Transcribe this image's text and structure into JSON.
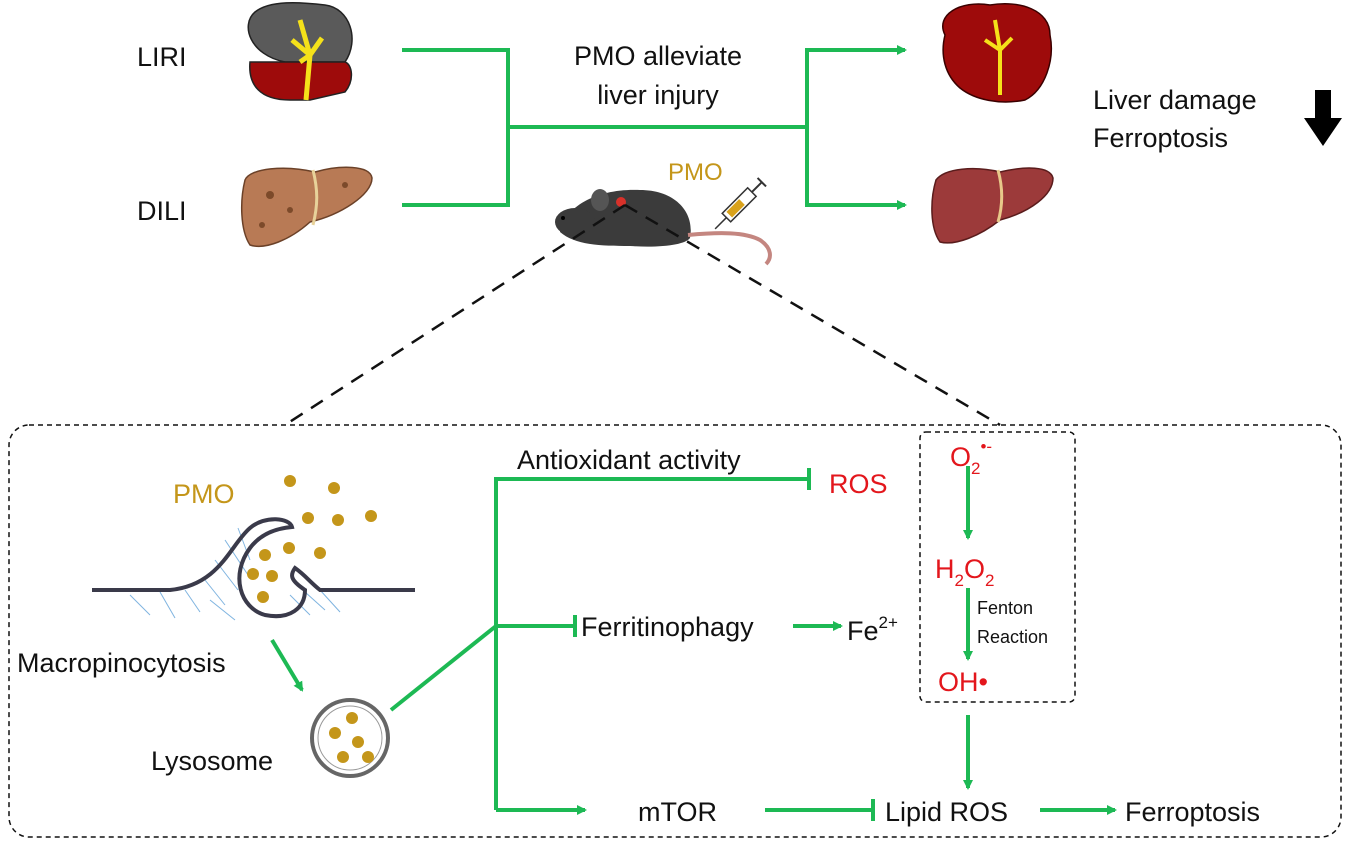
{
  "top": {
    "liri": "LIRI",
    "dili": "DILI",
    "pmo_line1": "PMO alleviate",
    "pmo_line2": "liver injury",
    "pmo_mouse": "PMO",
    "outcome_line1": "Liver damage",
    "outcome_line2": "Ferroptosis"
  },
  "mechanism": {
    "pmo_label": "PMO",
    "macropinocytosis": "Macropinocytosis",
    "lysosome": "Lysosome",
    "antioxidant": "Antioxidant activity",
    "ros": "ROS",
    "ferritinophagy": "Ferritinophagy",
    "fe": "Fe",
    "fe_sup": "2+",
    "mtor": "mTOR",
    "lipid_ros": "Lipid ROS",
    "ferroptosis": "Ferroptosis",
    "o2": "O",
    "o2_sub": "2",
    "o2_sup": "•-",
    "h2o2_h": "H",
    "h2o2_sub1": "2",
    "h2o2_o": "O",
    "h2o2_sub2": "2",
    "fenton_line1": "Fenton",
    "fenton_line2": "Reaction",
    "oh": "OH•"
  },
  "colors": {
    "arrow": "#1db954",
    "ros_red": "#e3161c",
    "pmo_gold": "#c4961a",
    "injured_liver": "#9e0b0b",
    "healthy_liver": "#9c3a3a",
    "dili_liver": "#b87a55"
  }
}
